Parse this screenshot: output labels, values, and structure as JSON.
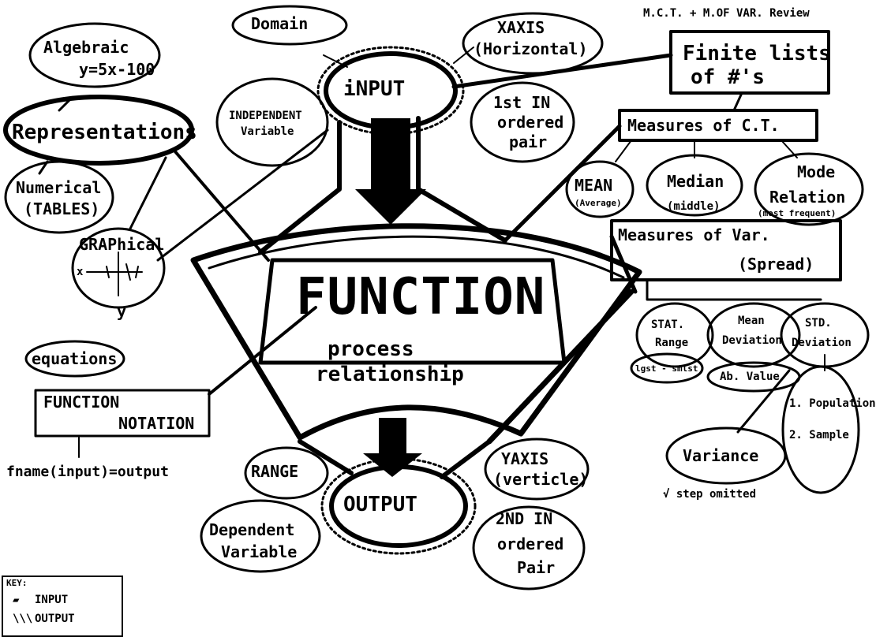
{
  "diagram": {
    "center": {
      "title": "FUNCTION",
      "subtitle_line1": "process",
      "subtitle_line2": "relationship"
    },
    "input": {
      "label": "iNPUT",
      "domain": "Domain",
      "x_axis_line1": "XAXIS",
      "x_axis_line2": "(Horizontal)",
      "independent_line1": "INDEPENDENT",
      "independent_line2": "Variable",
      "first_line1": "1st IN",
      "first_line2": "ordered",
      "first_line3": "pair"
    },
    "output": {
      "label": "OUTPUT",
      "range": "RANGE",
      "y_axis_line1": "YAXIS",
      "y_axis_line2": "(verticle)",
      "dependent_line1": "Dependent",
      "dependent_line2": "Variable",
      "second_line1": "2ND IN",
      "second_line2": "ordered",
      "second_line3": "Pair"
    },
    "representations": {
      "title": "Representations",
      "algebraic_line1": "Algebraic",
      "algebraic_line2": "y=5x-100",
      "numerical_line1": "Numerical",
      "numerical_line2": "(TABLES)",
      "graphical": "GRAPhical",
      "graph_x": "x",
      "graph_y": "y",
      "equations": "equations",
      "notation_line1": "FUNCTION",
      "notation_line2": "NOTATION",
      "notation_formula": "fname(input)=output"
    },
    "stats": {
      "review": "M.C.T. + M.OF VAR. Review",
      "finite_line1": "Finite lists",
      "finite_line2": "of #'s",
      "ct": "Measures of C.T.",
      "mean": "MEAN",
      "mean_note": "(Average)",
      "median": "Median",
      "median_note": "(middle)",
      "mode": "Mode",
      "relation": "Relation",
      "mode_note": "(most frequent)",
      "var_line1": "Measures of Var.",
      "var_line2": "(Spread)",
      "stat_range_line1": "STAT.",
      "stat_range_line2": "Range",
      "range_note": "lgst - smlst",
      "mean_dev_line1": "Mean",
      "mean_dev_line2": "Deviation",
      "abs_value": "Ab. Value",
      "std_line1": "STD.",
      "std_line2": "Deviation",
      "population": "1. Population",
      "sample": "2. Sample",
      "variance": "Variance",
      "variance_note": "√ step omitted"
    },
    "key": {
      "title": "KEY:",
      "input_entry": "INPUT",
      "output_entry": "OUTPUT",
      "input_glyph": "▰",
      "output_glyph": "\\\\\\"
    }
  },
  "colors": {
    "ink": "#000000",
    "paper": "#ffffff"
  }
}
